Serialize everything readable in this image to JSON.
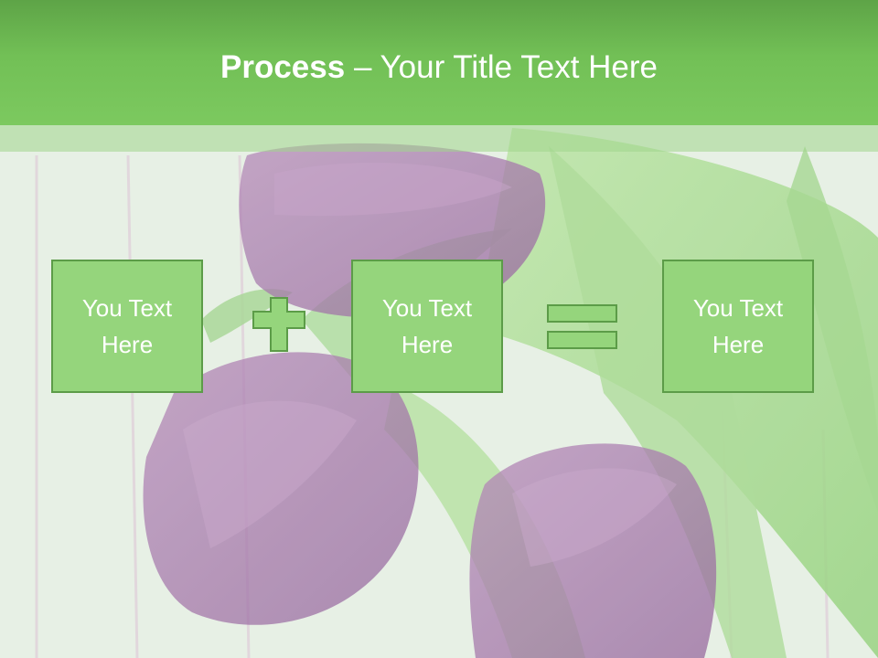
{
  "title": {
    "bold": "Process",
    "rest": " – Your Title Text Here"
  },
  "boxes": [
    {
      "text": "You Text Here"
    },
    {
      "text": "You Text Here"
    },
    {
      "text": "You Text Here"
    }
  ],
  "operators": [
    "plus-icon",
    "equals-icon"
  ],
  "colors": {
    "header": "#72c056",
    "box_fill": "#95d57c",
    "box_border": "#5c9c48",
    "text": "#ffffff"
  },
  "background": "purple-tulips-photo"
}
